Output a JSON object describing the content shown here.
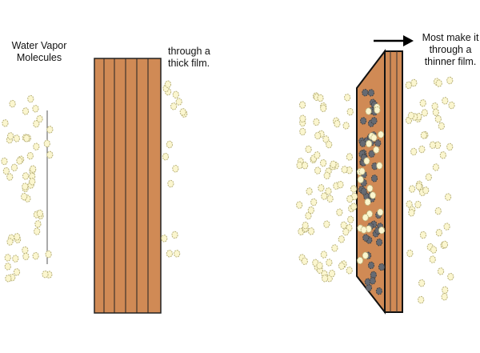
{
  "labels": {
    "water_vapor_line1": "Water Vapor",
    "water_vapor_line2": "Molecules",
    "thick_line1": "through a",
    "thick_line2": "thick film.",
    "thin_line1": "Most make it",
    "thin_line2": "through a",
    "thin_line3": "thinner film."
  },
  "colors": {
    "film": "#d08a55",
    "molecule": "#fbf6cf",
    "molecule_stroke": "#b9b27a",
    "trapped": "#666a72"
  }
}
